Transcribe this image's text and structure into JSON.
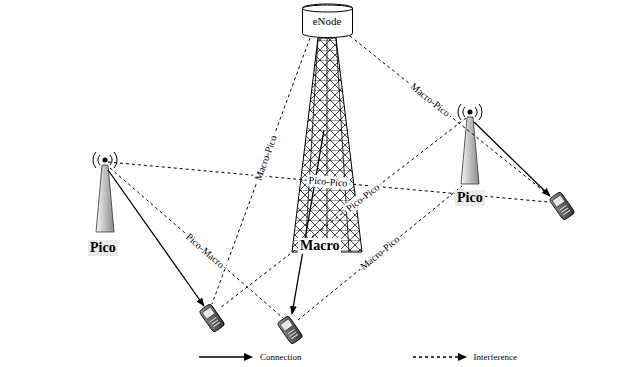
{
  "diagram": {
    "nodes": [
      {
        "text": [
          "eNode"
        ]
      },
      {
        "text": [
          "Macro"
        ]
      },
      {
        "text": [
          "Pico"
        ],
        "in": 1
      },
      {
        "text": [
          "Pico"
        ],
        "in": 1
      }
    ],
    "labels": [
      "Macro-Pico",
      "Macro-Pico",
      "Pico-Pico",
      "Pico-Macro",
      "Pico-Pico",
      "Macro-Pico"
    ],
    "legend": [
      {
        "text": "Connection"
      },
      {
        "text": "Interference"
      }
    ]
  }
}
